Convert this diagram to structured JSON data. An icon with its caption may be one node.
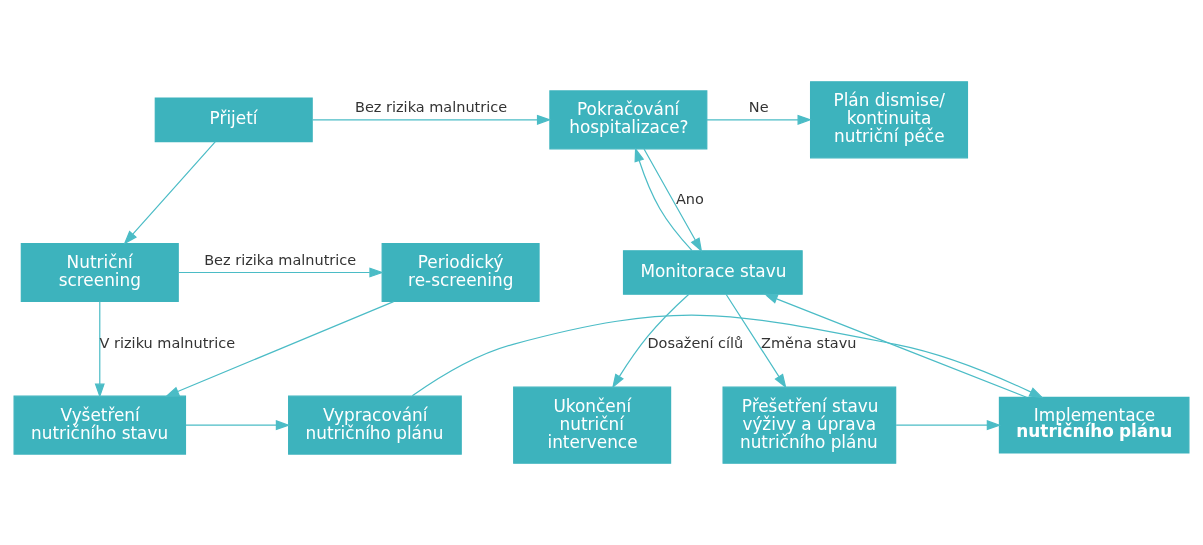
{
  "diagram": {
    "nodes": [
      {
        "text": [
          "Přijetí"
        ]
      },
      {
        "text": [
          "Nutriční screening"
        ]
      },
      {
        "text": [
          "Periodický re-screening"
        ]
      },
      {
        "text": [
          "Vyšetření nutričního stavu"
        ]
      },
      {
        "text": [
          "Vypracování nutričního plánu"
        ]
      },
      {
        "text": [
          "Implementace **nutričního plánu**"
        ]
      },
      {
        "text": [
          "Pokračování hospitalizace?"
        ]
      },
      {
        "text": [
          "Plán dismise/ kontinuita nutriční péče"
        ]
      },
      {
        "text": [
          "Monitorace stavu"
        ]
      },
      {
        "text": [
          "Přešetření stavu výživy a úprava nutričního plánu"
        ]
      },
      {
        "text": [
          "Ukončení nutriční intervence"
        ]
      }
    ],
    "edges": [
      {
        "from": 0,
        "to": 6,
        "arrow": "to",
        "label": "Bez rizika malnutrice"
      },
      {
        "from": 0,
        "to": 1,
        "arrow": "to"
      },
      {
        "from": 1,
        "to": 2,
        "arrow": "to",
        "label": "Bez rizika malnutrice"
      },
      {
        "from": 1,
        "to": 3,
        "arrow": "to",
        "label": "V riziku malnutrice"
      },
      {
        "from": 2,
        "to": 3,
        "arrow": "to"
      },
      {
        "from": 3,
        "to": 4,
        "arrow": "to"
      },
      {
        "from": 4,
        "to": 5,
        "arrow": "to"
      },
      {
        "from": 5,
        "to": 8,
        "arrow": "to"
      },
      {
        "from": 6,
        "to": 8,
        "arrow": "to",
        "label": "Ano"
      },
      {
        "from": 6,
        "to": 7,
        "arrow": "to",
        "label": "Ne"
      },
      {
        "from": 8,
        "to": 6,
        "arrow": "to"
      },
      {
        "from": 8,
        "to": 10,
        "arrow": "to",
        "label": "Dosažení cílů"
      },
      {
        "from": 8,
        "to": 9,
        "arrow": "to",
        "label": "Změna stavu"
      },
      {
        "from": 9,
        "to": 5,
        "arrow": "to"
      }
    ]
  }
}
